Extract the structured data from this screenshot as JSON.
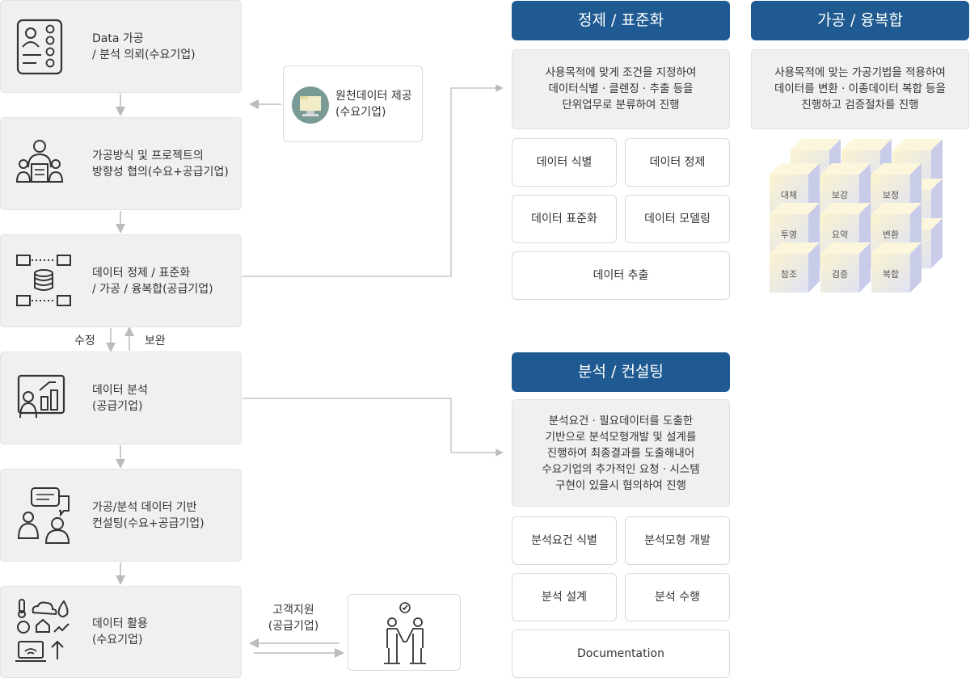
{
  "flow": [
    {
      "line1": "Data 가공",
      "line2": "/ 분석 의뢰(수요기업)",
      "icon": "checklist-profile-icon"
    },
    {
      "line1": "가공방식 및 프로젝트의",
      "line2": "방향성 협의(수요+공급기업)",
      "icon": "meeting-icon"
    },
    {
      "line1": "데이터 정제 / 표준화",
      "line2": "/ 가공 / 융복합(공급기업)",
      "icon": "database-network-icon"
    },
    {
      "line1": "데이터 분석",
      "line2": "(공급기업)",
      "icon": "presentation-chart-icon"
    },
    {
      "line1": "가공/분석 데이터 기반",
      "line2": "컨설팅(수요+공급기업)",
      "icon": "consulting-chat-icon"
    },
    {
      "line1": "데이터 활용",
      "line2": "(수요기업)",
      "icon": "data-usage-icons"
    }
  ],
  "source": {
    "line1": "원천데이터 제공",
    "line2": "(수요기업)",
    "icon": "folder-monitor-icon"
  },
  "feedback": {
    "modify": "수정",
    "supplement": "보완"
  },
  "support": {
    "line1": "고객지원",
    "line2": "(공급기업)",
    "icon": "handshake-icon"
  },
  "refine": {
    "title": "정제 / 표준화",
    "desc": [
      "사용목적에 맞게 조건을 지정하여",
      "데이터식별 · 클렌징 · 추출 등을",
      "단위업무로 분류하여 진행"
    ],
    "items": [
      "데이터 식별",
      "데이터 정제",
      "데이터 표준화",
      "데이터 모델링",
      "데이터 추출"
    ]
  },
  "fusion": {
    "title": "가공 / 융복합",
    "desc": [
      "사용목적에 맞는 가공기법을 적용하여",
      "데이터를 변환 · 이종데이터 복합 등을",
      "진행하고 검증절차를 진행"
    ],
    "cubes": [
      "대체",
      "보강",
      "보정",
      "투영",
      "요약",
      "변환",
      "참조",
      "검증",
      "복합"
    ]
  },
  "analysis": {
    "title": "분석 / 컨설팅",
    "desc": [
      "분석요건 · 필요데이터를 도출한",
      "기반으로 분석모형개발 및 설계를",
      "진행하여 최종결과를 도출해내어",
      "수요기업의 추가적인 요청 · 시스템",
      "구현이 있을시 협의하여 진행"
    ],
    "items": [
      "분석요건 식별",
      "분석모형 개발",
      "분석 설계",
      "분석 수행",
      "Documentation"
    ]
  },
  "colors": {
    "header": "#1f5b92",
    "panel": "#f0f0f0",
    "line": "#bbbbbb"
  }
}
